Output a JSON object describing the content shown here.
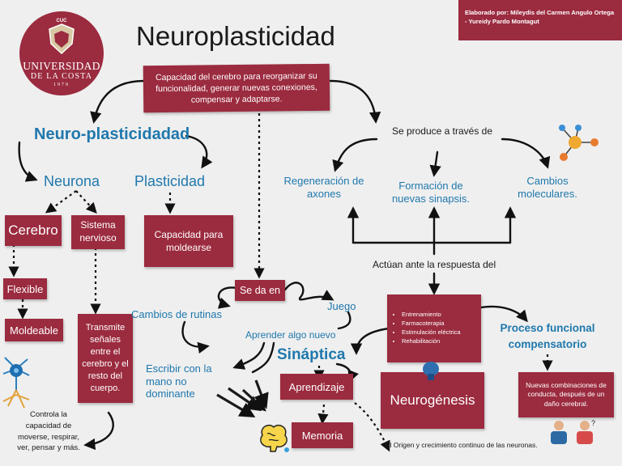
{
  "title": "Neuroplasticidad",
  "credit": "Elaborado por: Mileydis del Carmen Angulo Ortega - Yureidy Pardo Montagut",
  "logo": {
    "university_line1": "UNIVERSIDAD",
    "university_line2": "DE LA COSTA",
    "year": "1970",
    "badge": "CUC"
  },
  "definition": "Capacidad del cerebro  para reorganizar su funcionalidad, generar nuevas conexiones, compensar y adaptarse.",
  "left": {
    "heading": "Neuro-plasticidadad",
    "neurona": "Neurona",
    "plasticidad": "Plasticidad",
    "plasticidad_box": "Capacidad para moldearse",
    "cerebro": "Cerebro",
    "sistema": "Sistema nervioso",
    "flexible": "Flexible",
    "moldeable": "Moldeable",
    "transmite": "Transmite señales entre el cerebro y el resto del cuerpo.",
    "controla": "Controla la capacidad de moverse, respirar, ver, pensar y más."
  },
  "right": {
    "se_produce": "Se produce a través de",
    "regeneracion": "Regeneración de axones",
    "formacion": "Formación de nuevas sinapsis.",
    "cambios_moleculares": "Cambios moleculares.",
    "actuan": "Actúan ante la respuesta del",
    "bullets": [
      "Entrenamiento",
      "Farmacoterapia",
      "Estimulación eléctrica",
      "Rehabilitación"
    ],
    "proceso": "Proceso funcional compensatorio",
    "nuevas_combinaciones": "Nuevas combinaciones de conducta, después de un daño cerebral.",
    "neurogenesis": "Neurogénesis",
    "origen": "El Origen y crecimiento continuo de las neuronas."
  },
  "center": {
    "se_da_en": "Se da en",
    "cambios_rutinas": "Cambios de rutinas",
    "juego": "Juego",
    "aprender": "Aprender algo nuevo",
    "sinaptica": "Sináptica",
    "escribir": "Escribir con la mano no dominante",
    "aprendizaje": "Aprendizaje",
    "memoria": "Memoria"
  },
  "colors": {
    "accent": "#9b2b3f",
    "blue": "#1f78ad",
    "background": "#efefef"
  }
}
